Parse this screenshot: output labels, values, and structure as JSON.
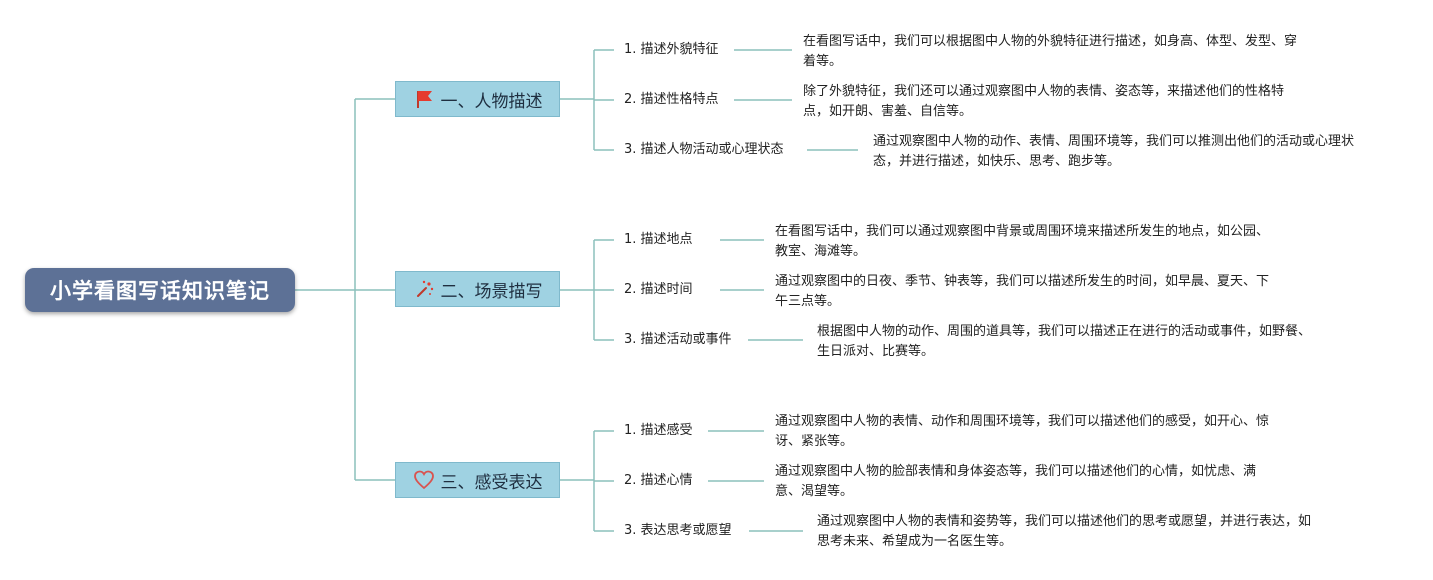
{
  "title": "小学看图写话知识笔记",
  "branches": [
    {
      "label": "一、人物描述",
      "icon": "red-flag-icon",
      "items": [
        {
          "label": "1. 描述外貌特征",
          "desc": "在看图写话中，我们可以根据图中人物的外貌特征进行描述，如身高、体型、发型、穿着等。"
        },
        {
          "label": "2. 描述性格特点",
          "desc": "除了外貌特征，我们还可以通过观察图中人物的表情、姿态等，来描述他们的性格特点，如开朗、害羞、自信等。"
        },
        {
          "label": "3. 描述人物活动或心理状态",
          "desc": "通过观察图中人物的动作、表情、周围环境等，我们可以推测出他们的活动或心理状态，并进行描述，如快乐、思考、跑步等。"
        }
      ]
    },
    {
      "label": "二、场景描写",
      "icon": "sparkle-wand-icon",
      "items": [
        {
          "label": "1. 描述地点",
          "desc": "在看图写话中，我们可以通过观察图中背景或周围环境来描述所发生的地点，如公园、教室、海滩等。"
        },
        {
          "label": "2. 描述时间",
          "desc": "通过观察图中的日夜、季节、钟表等，我们可以描述所发生的时间，如早晨、夏天、下午三点等。"
        },
        {
          "label": "3. 描述活动或事件",
          "desc": "根据图中人物的动作、周围的道具等，我们可以描述正在进行的活动或事件，如野餐、生日派对、比赛等。"
        }
      ]
    },
    {
      "label": "三、感受表达",
      "icon": "heart-outline-icon",
      "items": [
        {
          "label": "1. 描述感受",
          "desc": "通过观察图中人物的表情、动作和周围环境等，我们可以描述他们的感受，如开心、惊讶、紧张等。"
        },
        {
          "label": "2. 描述心情",
          "desc": "通过观察图中人物的脸部表情和身体姿态等，我们可以描述他们的心情，如忧虑、满意、渴望等。"
        },
        {
          "label": "3. 表达思考或愿望",
          "desc": "通过观察图中人物的表情和姿势等，我们可以描述他们的思考或愿望，并进行表达，如思考未来、希望成为一名医生等。"
        }
      ]
    }
  ],
  "colors": {
    "root_bg": "#5d7196",
    "branch_bg": "#9fd2e2",
    "line": "#8cc0bc"
  }
}
